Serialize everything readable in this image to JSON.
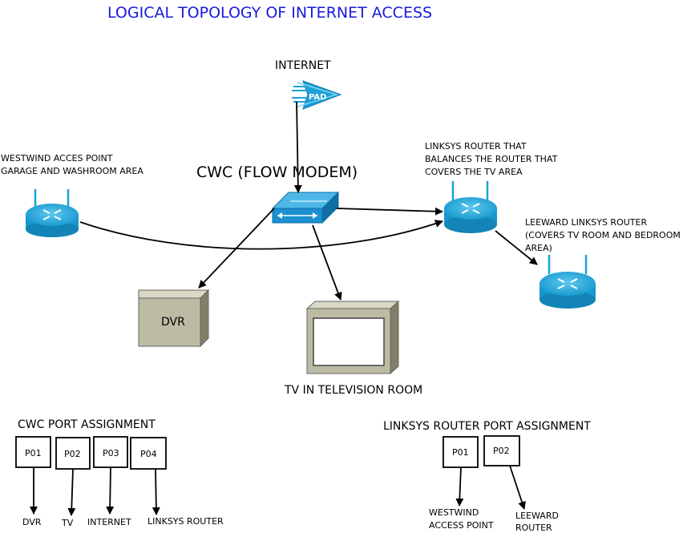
{
  "title": "LOGICAL TOPOLOGY OF INTERNET ACCESS",
  "colors": {
    "title": "#1a1adb",
    "router": "#1ba1d6",
    "switch": "#1b8fd0",
    "device_gray": "#bcbca4"
  },
  "nodes": {
    "internet": {
      "label": "INTERNET",
      "icon_text": "PAD"
    },
    "modem": {
      "label": "CWC (FLOW MODEM)"
    },
    "westwind": {
      "label_lines": [
        "WESTWIND ACCES POINT",
        "GARAGE AND WASHROOM AREA"
      ]
    },
    "linksys": {
      "label_lines": [
        "LINKSYS ROUTER THAT",
        "BALANCES THE ROUTER THAT",
        "COVERS THE TV AREA"
      ]
    },
    "leeward": {
      "label_lines": [
        "LEEWARD LINKSYS ROUTER",
        "(COVERS TV ROOM AND BEDROOM",
        " AREA)"
      ]
    },
    "dvr": {
      "label": "DVR"
    },
    "tv": {
      "label": "TV IN TELEVISION ROOM"
    }
  },
  "cwc_ports": {
    "title": "CWC PORT ASSIGNMENT",
    "ports": [
      {
        "id": "P01",
        "dest": "DVR"
      },
      {
        "id": "P02",
        "dest": "TV"
      },
      {
        "id": "P03",
        "dest": "INTERNET"
      },
      {
        "id": "P04",
        "dest": "LINKSYS ROUTER"
      }
    ]
  },
  "linksys_ports": {
    "title": "LINKSYS ROUTER PORT ASSIGNMENT",
    "ports": [
      {
        "id": "P01",
        "dest_lines": [
          "WESTWIND",
          "ACCESS POINT"
        ]
      },
      {
        "id": "P02",
        "dest_lines": [
          "LEEWARD",
          "ROUTER"
        ]
      }
    ]
  }
}
